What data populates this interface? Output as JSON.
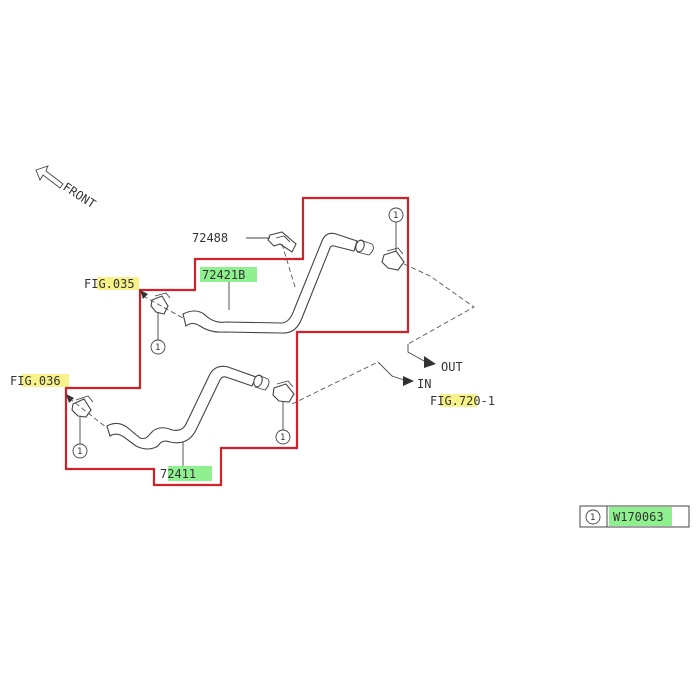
{
  "colors": {
    "region_outline": "#d0222a",
    "highlight_green": "#8ff08f",
    "highlight_yellow": "#f7f28a",
    "line": "#444444"
  },
  "diagram": {
    "front_label": "FRONT",
    "labels": {
      "part_72488": "72488",
      "part_72421b": "72421B",
      "part_72411": "72411",
      "fig_035": "FIG.035",
      "fig_036": "FIG.036",
      "fig_720": "FIG.720-1",
      "out": "OUT",
      "in": "IN"
    },
    "callout_number": "1",
    "legend": {
      "number": "1",
      "part_code": "W170063"
    }
  }
}
